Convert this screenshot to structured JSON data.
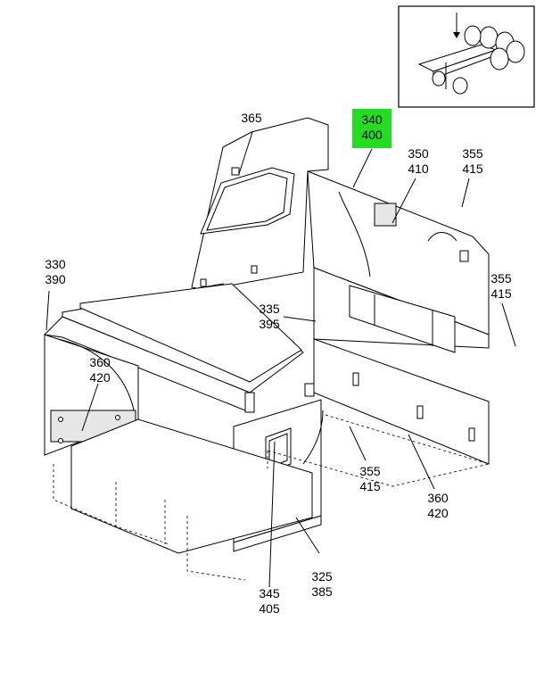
{
  "callouts": [
    {
      "id": "c365",
      "lines": [
        "365"
      ]
    },
    {
      "id": "c340",
      "lines": [
        "340",
        "400"
      ],
      "highlight": true
    },
    {
      "id": "c350",
      "lines": [
        "350",
        "410"
      ]
    },
    {
      "id": "c355a",
      "lines": [
        "355",
        "415"
      ]
    },
    {
      "id": "c330",
      "lines": [
        "330",
        "390"
      ]
    },
    {
      "id": "c355b",
      "lines": [
        "355",
        "415"
      ]
    },
    {
      "id": "c335",
      "lines": [
        "335",
        "395"
      ]
    },
    {
      "id": "c360a",
      "lines": [
        "360",
        "420"
      ]
    },
    {
      "id": "c355c",
      "lines": [
        "355",
        "415"
      ]
    },
    {
      "id": "c360b",
      "lines": [
        "360",
        "420"
      ]
    },
    {
      "id": "c325",
      "lines": [
        "325",
        "385"
      ]
    },
    {
      "id": "c345",
      "lines": [
        "345",
        "405"
      ]
    }
  ],
  "colors": {
    "highlight": "#22dd22",
    "line": "#000000",
    "panel_shade": "#e6e6e6"
  }
}
